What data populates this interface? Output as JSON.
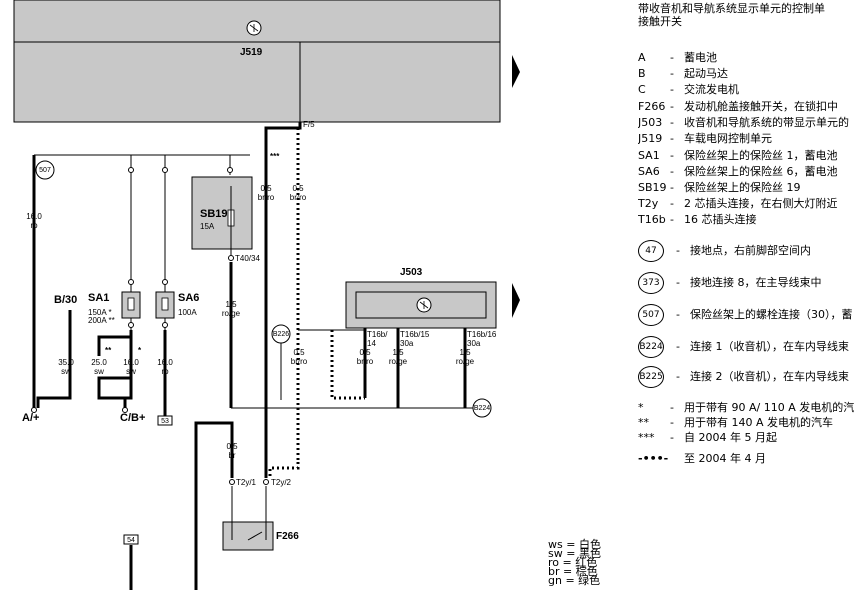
{
  "diagram": {
    "j519_label": "J519",
    "j503_label": "J503",
    "pin_f5": "F/5",
    "triple_star": "***",
    "b30": "B/30",
    "sa1": "SA1",
    "sa1_rating1": "150A *",
    "sa1_rating2": "200A **",
    "sa6": "SA6",
    "sa6_rating": "100A",
    "sb19": "SB19",
    "sb19_rating": "15A",
    "t40": "T40/34",
    "conn_507": "507",
    "conn_b226": "B226",
    "conn_b224": "B224",
    "wire_160_ro": [
      "16.0",
      "ro"
    ],
    "wire_05_brro_a": [
      "0.5",
      "br/ro"
    ],
    "wire_05_brro_b": [
      "0.5",
      "br/ro"
    ],
    "wire_15_roge": [
      "1.5",
      "ro/ge"
    ],
    "wire_350_sw": [
      "35.0",
      "sw"
    ],
    "wire_250_sw": [
      "25.0",
      "sw"
    ],
    "wire_160_sw": [
      "16.0",
      "sw"
    ],
    "wire_160_ro2": [
      "16.0",
      "ro"
    ],
    "wire_05_brro_c": [
      "0.5",
      "br/ro"
    ],
    "wire_05_brro_d": [
      "0.5",
      "br/ro"
    ],
    "wire_15_roge_b": [
      "1.5",
      "ro/ge"
    ],
    "wire_15_roge_c": [
      "1.5",
      "ro/ge"
    ],
    "wire_05_br": [
      "0.5",
      "br"
    ],
    "pin_t16b14": [
      "T16b/",
      "14"
    ],
    "pin_t16b15": [
      "T16b/15",
      "30a"
    ],
    "pin_t16b16": [
      "T16b/16",
      "30a"
    ],
    "a_plus": "A/+",
    "c_bplus": "C/B+",
    "t2y1": "T2y/1",
    "t2y2": "T2y/2",
    "f266": "F266",
    "box_53": "53",
    "box_54": "54",
    "dstar": "**",
    "star": "*"
  },
  "legend": {
    "title_line1": "带收音机和导航系统显示单元的控制单",
    "title_line2": "接触开关",
    "items": [
      {
        "code": "A",
        "text": "蓄电池"
      },
      {
        "code": "B",
        "text": "起动马达"
      },
      {
        "code": "C",
        "text": "交流发电机"
      },
      {
        "code": "F266",
        "text": "发动机舱盖接触开关，在锁扣中"
      },
      {
        "code": "J503",
        "text": "收音机和导航系统的带显示单元的"
      },
      {
        "code": "J519",
        "text": "车载电网控制单元"
      },
      {
        "code": "SA1",
        "text": "保险丝架上的保险丝 1，蓄电池"
      },
      {
        "code": "SA6",
        "text": "保险丝架上的保险丝 6，蓄电池"
      },
      {
        "code": "SB19",
        "text": "保险丝架上的保险丝 19"
      },
      {
        "code": "T2y",
        "text": "2 芯插头连接，在右侧大灯附近"
      },
      {
        "code": "T16b",
        "text": "16 芯插头连接"
      }
    ],
    "circles": [
      {
        "code": "47",
        "text": "接地点，右前脚部空间内"
      },
      {
        "code": "373",
        "text": "接地连接 8，在主导线束中"
      },
      {
        "code": "507",
        "text": "保险丝架上的螺栓连接（30），蓄"
      },
      {
        "code": "B224",
        "text": "连接 1（收音机），在车内导线束"
      },
      {
        "code": "B225",
        "text": "连接 2（收音机），在车内导线束"
      }
    ],
    "notes": [
      {
        "mark": "*",
        "text": "用于带有 90 A/ 110 A 发电机的汽"
      },
      {
        "mark": "**",
        "text": "用于带有 140 A 发电机的汽车"
      },
      {
        "mark": "***",
        "text": "自 2004 年 5 月起"
      },
      {
        "mark": "-•••-",
        "text": "至 2004 年 4 月"
      }
    ]
  },
  "color_codes": [
    {
      "code": "ws =",
      "text": "白色"
    },
    {
      "code": "sw =",
      "text": "黑色"
    },
    {
      "code": "ro =",
      "text": "红色"
    },
    {
      "code": "br =",
      "text": "棕色"
    },
    {
      "code": "gn =",
      "text": "绿色"
    }
  ]
}
